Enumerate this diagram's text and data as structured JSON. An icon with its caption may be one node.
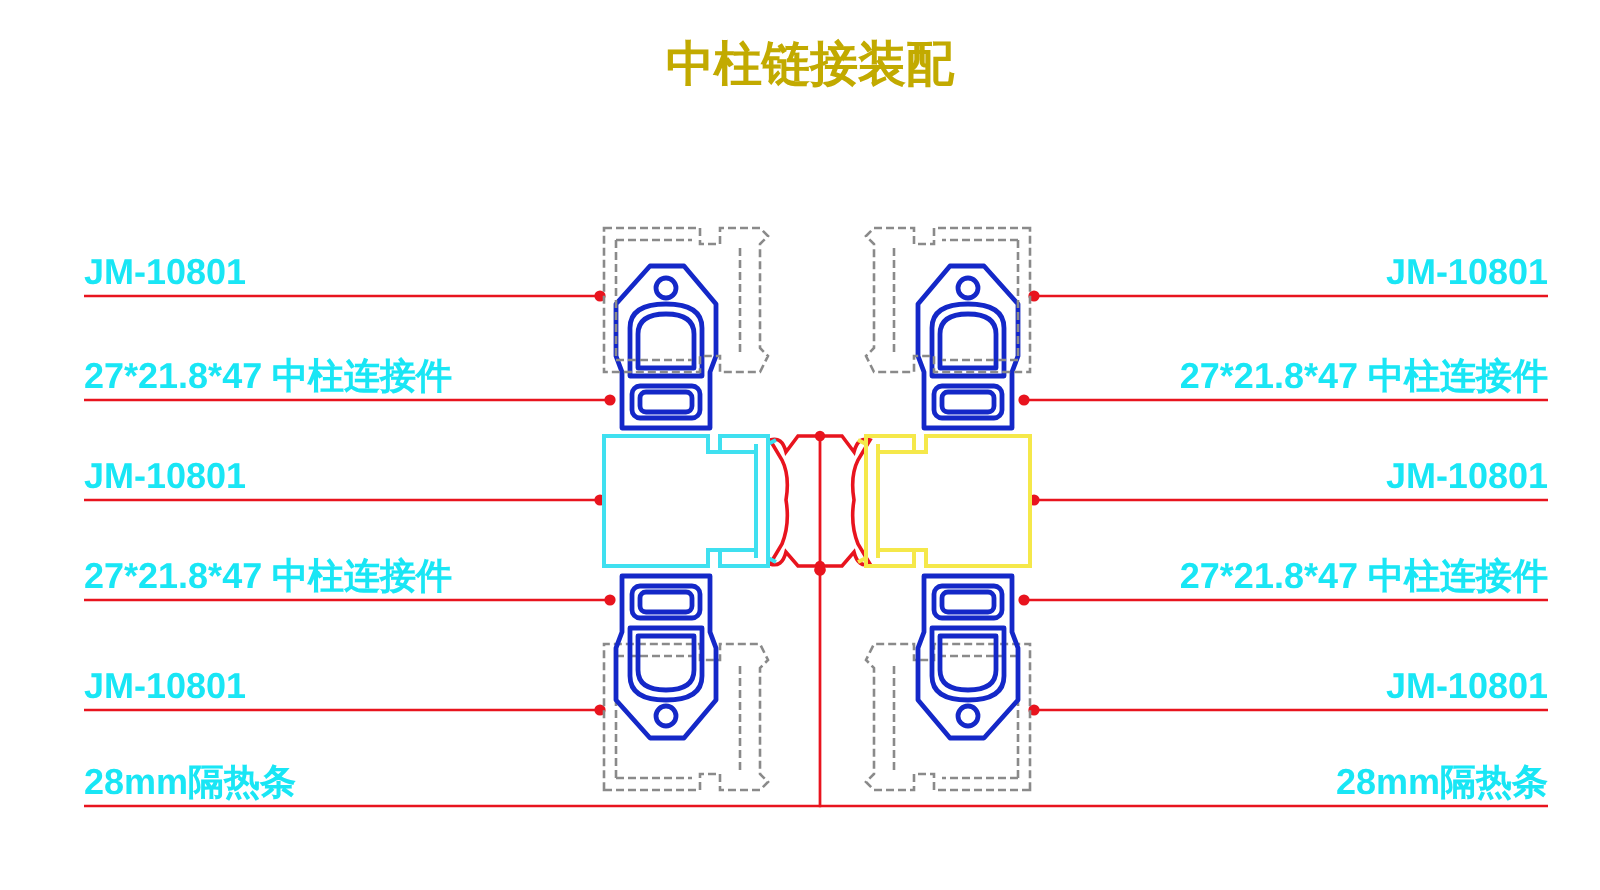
{
  "diagram": {
    "title": "中柱链接装配",
    "nodes": [
      {
        "text": [
          "JM-10801"
        ]
      },
      {
        "text": [
          "JM-10801"
        ]
      },
      {
        "text": [
          "27*21.8*47  中柱连接件"
        ]
      },
      {
        "text": [
          "27*21.8*47  中柱连接件"
        ]
      },
      {
        "text": [
          "JM-10801"
        ]
      },
      {
        "text": [
          "JM-10801"
        ]
      },
      {
        "text": [
          "27*21.8*47  中柱连接件"
        ]
      },
      {
        "text": [
          "27*21.8*47  中柱连接件"
        ]
      },
      {
        "text": [
          "JM-10801"
        ]
      },
      {
        "text": [
          "JM-10801"
        ]
      },
      {
        "text": [
          "28mm隔热条"
        ]
      },
      {
        "text": [
          "28mm隔热条"
        ]
      },
      {
        "text": [],
        "shape": "picture"
      },
      {
        "text": [],
        "shape": "picture"
      },
      {
        "text": [],
        "shape": "picture"
      },
      {
        "text": [],
        "shape": "picture"
      },
      {
        "text": [],
        "shape": "picture"
      },
      {
        "text": [],
        "shape": "picture"
      },
      {
        "text": [],
        "shape": "picture"
      },
      {
        "text": [],
        "shape": "picture"
      },
      {
        "text": [],
        "shape": "picture"
      },
      {
        "text": [],
        "shape": "picture"
      },
      {
        "text": [],
        "shape": "picture"
      }
    ],
    "edges": [
      {
        "from": 0,
        "to": 12,
        "arrow": "other"
      },
      {
        "from": 1,
        "to": 13,
        "arrow": "other"
      },
      {
        "from": 2,
        "to": 14,
        "arrow": "other"
      },
      {
        "from": 3,
        "to": 15,
        "arrow": "other"
      },
      {
        "from": 4,
        "to": 16,
        "arrow": "other"
      },
      {
        "from": 5,
        "to": 17,
        "arrow": "other"
      },
      {
        "from": 6,
        "to": 18,
        "arrow": "other"
      },
      {
        "from": 7,
        "to": 19,
        "arrow": "other"
      },
      {
        "from": 8,
        "to": 20,
        "arrow": "other"
      },
      {
        "from": 9,
        "to": 21,
        "arrow": "other"
      },
      {
        "from": 10,
        "to": 22,
        "arrow": "other"
      },
      {
        "from": 11,
        "to": 22,
        "arrow": "other"
      }
    ]
  }
}
